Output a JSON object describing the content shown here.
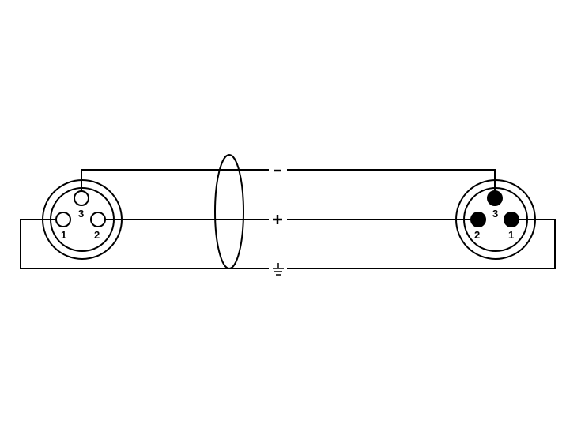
{
  "diagram": {
    "type": "XLR cable wiring diagram",
    "left_connector": {
      "style": "female (open pins)",
      "pins": [
        {
          "number": "1",
          "label": "1"
        },
        {
          "number": "2",
          "label": "2"
        },
        {
          "number": "3",
          "label": "3"
        }
      ]
    },
    "right_connector": {
      "style": "male (solid pins)",
      "pins": [
        {
          "number": "1",
          "label": "1"
        },
        {
          "number": "2",
          "label": "2"
        },
        {
          "number": "3",
          "label": "3"
        }
      ]
    },
    "signals": [
      {
        "name": "minus",
        "symbol": "-",
        "from_pin": "3",
        "to_pin": "3"
      },
      {
        "name": "plus",
        "symbol": "+",
        "from_pin": "2",
        "to_pin": "2"
      },
      {
        "name": "ground",
        "symbol": "ground",
        "from_pin": "1",
        "to_pin": "1"
      }
    ],
    "shield": "cable shield ellipse around conductors",
    "colors": {
      "line": "#000000",
      "background": "#ffffff"
    }
  }
}
